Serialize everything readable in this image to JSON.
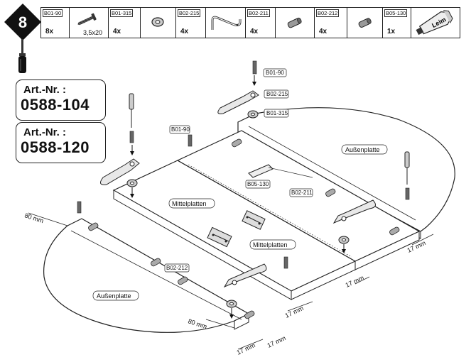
{
  "step_number": "8",
  "parts": [
    {
      "code": "B01-90",
      "qty": "8x",
      "icon": "dowel-pin-icon"
    },
    {
      "code": "",
      "qty": "3,5x20",
      "icon": "screw-icon"
    },
    {
      "code": "B01-315",
      "qty": "4x",
      "icon": "washer-icon"
    },
    {
      "code": "B02-215",
      "qty": "4x",
      "icon": "hook-bracket-icon"
    },
    {
      "code": "B02-211",
      "qty": "4x",
      "icon": "small-dowel-icon"
    },
    {
      "code": "B02-212",
      "qty": "4x",
      "icon": "small-dowel-icon"
    },
    {
      "code": "B05-130",
      "qty": "1x",
      "icon": "glue-tube-icon"
    }
  ],
  "glue_label": "Leim",
  "articles": [
    {
      "title": "Art.-Nr. :",
      "number": "0588-104"
    },
    {
      "title": "Art.-Nr. :",
      "number": "0588-120"
    }
  ],
  "diagram_labels": {
    "outer_top": "Außenplatte",
    "outer_bottom": "Außenplatte",
    "middle_left": "Mittelplatten",
    "middle_right": "Mittelplatten",
    "b0190_top": "B01-90",
    "b0190_left": "B01-90",
    "b02215": "B02-215",
    "b01315": "B01-315",
    "b05130": "B05-130",
    "b02211": "B02-211",
    "b02212": "B02-212",
    "dim_80_left": "80 mm",
    "dim_80_bottom": "80 mm",
    "dim_17_right": "17 mm",
    "dim_17_mid": "17 mm",
    "dim_17_c": "17 mm",
    "dim_17_bottom1": "17 mm",
    "dim_17_bottom2": "17 mm"
  }
}
